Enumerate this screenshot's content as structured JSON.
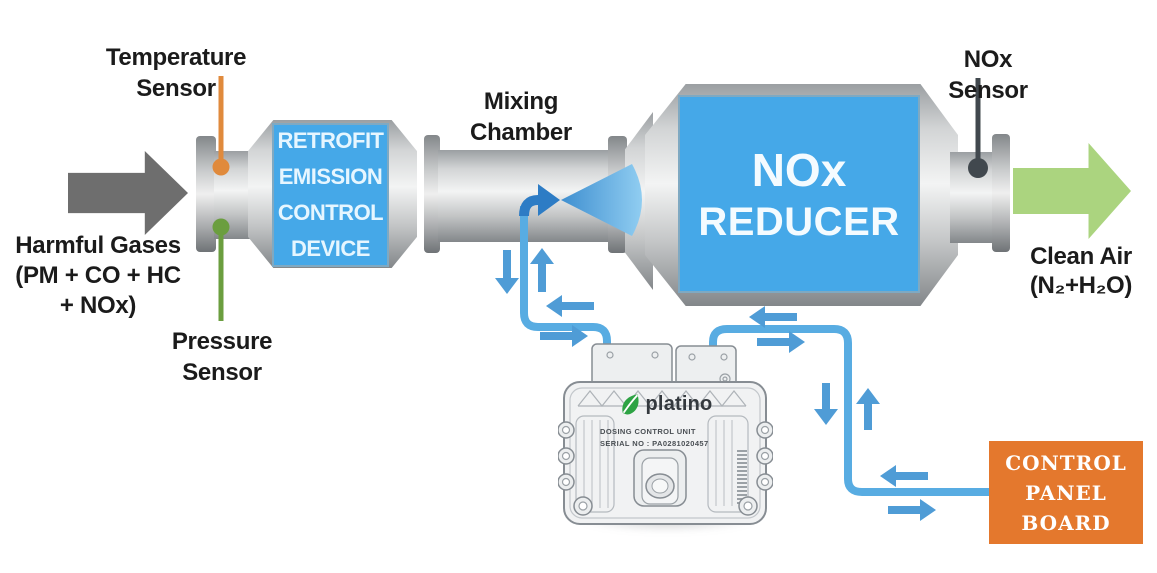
{
  "labels": {
    "temperature_sensor": {
      "line1": "Temperature",
      "line2": "Sensor"
    },
    "pressure_sensor": {
      "line1": "Pressure",
      "line2": "Sensor"
    },
    "nox_sensor": "NOx Sensor",
    "mixing_chamber": {
      "line1": "Mixing",
      "line2": "Chamber"
    },
    "harmful_gases": {
      "line1": "Harmful Gases",
      "line2": "(PM + CO + HC",
      "line3": "+ NOx)"
    },
    "clean_air": {
      "line1": "Clean Air",
      "line2": "(N₂+H₂O)"
    }
  },
  "devices": {
    "retrofit": {
      "line1": "RETROFIT",
      "line2": "EMISSION",
      "line3": "CONTROL",
      "line4": "DEVICE"
    },
    "nox_reducer": {
      "line1": "NOx",
      "line2": "REDUCER"
    },
    "dosing_unit": {
      "brand": "platino",
      "name": "DOSING CONTROL UNIT",
      "serial": "SERIAL NO : PA0281020457"
    },
    "control_panel": {
      "line1": "CONTROL",
      "line2": "PANEL BOARD"
    }
  },
  "colors": {
    "device_blue": "#45A8E8",
    "flow_pipe_blue": "#58ACE2",
    "flow_arrow_blue": "#4F9CD6",
    "injector_blue": "#2D7CC5",
    "inlet_arrow_gray": "#6E6E6E",
    "clean_air_green": "#ABD47F",
    "temperature_sensor_orange": "#E08A3C",
    "pressure_sensor_green": "#6B9E3F",
    "nox_sensor_dark": "#41484E",
    "control_panel_orange": "#E4782D",
    "brand_leaf_green": "#2EA344"
  }
}
